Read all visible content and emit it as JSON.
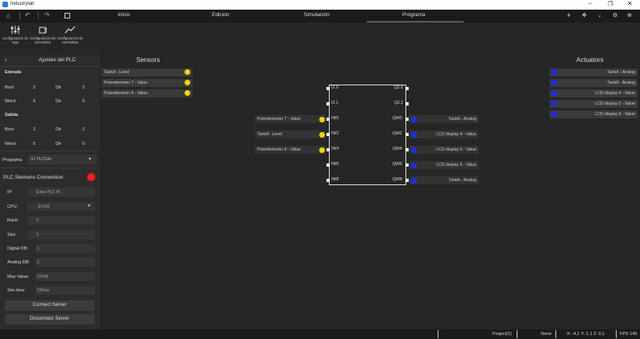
{
  "window": {
    "title": "Industrylab"
  },
  "menu": {
    "inicio": "Inicio",
    "edicion": "Edición",
    "simulacion": "Simulación",
    "programa": "Programa"
  },
  "toolbar": {
    "tags": "Configuración de tags",
    "cinematica1": "Configuración de cinemática",
    "cinematica2": "Configuración de cinemática"
  },
  "left": {
    "title": "Ajustes del PLC",
    "entrada": "Entrada",
    "salida": "Salida",
    "bool": "Bool",
    "word": "Word",
    "dir": "Dir",
    "entrada_bool": "2",
    "entrada_bool_dir": "2",
    "entrada_word": "5",
    "entrada_word_dir": "0",
    "salida_bool": "2",
    "salida_bool_dir": "2",
    "salida_word": "5",
    "salida_word_dir": "0",
    "programa_label": "Programa",
    "programa_value": "S7 PLCSim",
    "conn_title": "PLC Siemens Connection",
    "ip_label": "IP:",
    "ip_placeholder": "Enter PLC IP...",
    "cpu_label": "CPU:",
    "cpu_value": "S7200",
    "rack_label": "Rack:",
    "rack_value": "0",
    "slot_label": "Slot:",
    "slot_value": "3",
    "ddb_label": "Digital DB:",
    "ddb_value": "1",
    "adb_label": "Analog DB:",
    "adb_value": "2",
    "max_label": "Max Value:",
    "max_value": "27648",
    "sim_label": "Sim time:",
    "sim_value": "100ms",
    "connect": "Connect Server",
    "disconnect": "Disconnect Server"
  },
  "sensors": {
    "title": "Sensors",
    "items": [
      "TankA - Level",
      "Potentiometer 7 - Value",
      "Potentiometer 8 - Value"
    ]
  },
  "actuators": {
    "title": "Actuators",
    "items": [
      "TankA - Analog",
      "TankA - Analog",
      "LCD display 4 - Value",
      "LCD display 5 - Value",
      "LCD display 6 - Value"
    ]
  },
  "plc": {
    "in_pins": [
      "I2.0",
      "I2.1",
      "IW0",
      "IW2",
      "IW4",
      "IW6",
      "IW8"
    ],
    "out_pins": [
      "Q2.0",
      "Q2.1",
      "QW0",
      "QW2",
      "QW4",
      "QW6",
      "QW8"
    ],
    "in_links": [
      "",
      "",
      "Potentiometer 7 - Value",
      "TankA - Level",
      "Potentiometer 8 - Value",
      "",
      ""
    ],
    "out_links": [
      "",
      "",
      "TankA - Analog",
      "LCD display 4 - Value",
      "LCD display 5 - Value",
      "LCD display 6 - Value",
      "TankA - Analog"
    ]
  },
  "status": {
    "project": "Project(1)",
    "mode": "None",
    "coords": "X: -4,1  Y: 1,1  Z: 0,1",
    "fps": "FPS 145"
  },
  "colors": {
    "sensor_dot": "#f2d600",
    "actuator_dot": "#1a2cff",
    "status_red": "#ff1a1a"
  }
}
